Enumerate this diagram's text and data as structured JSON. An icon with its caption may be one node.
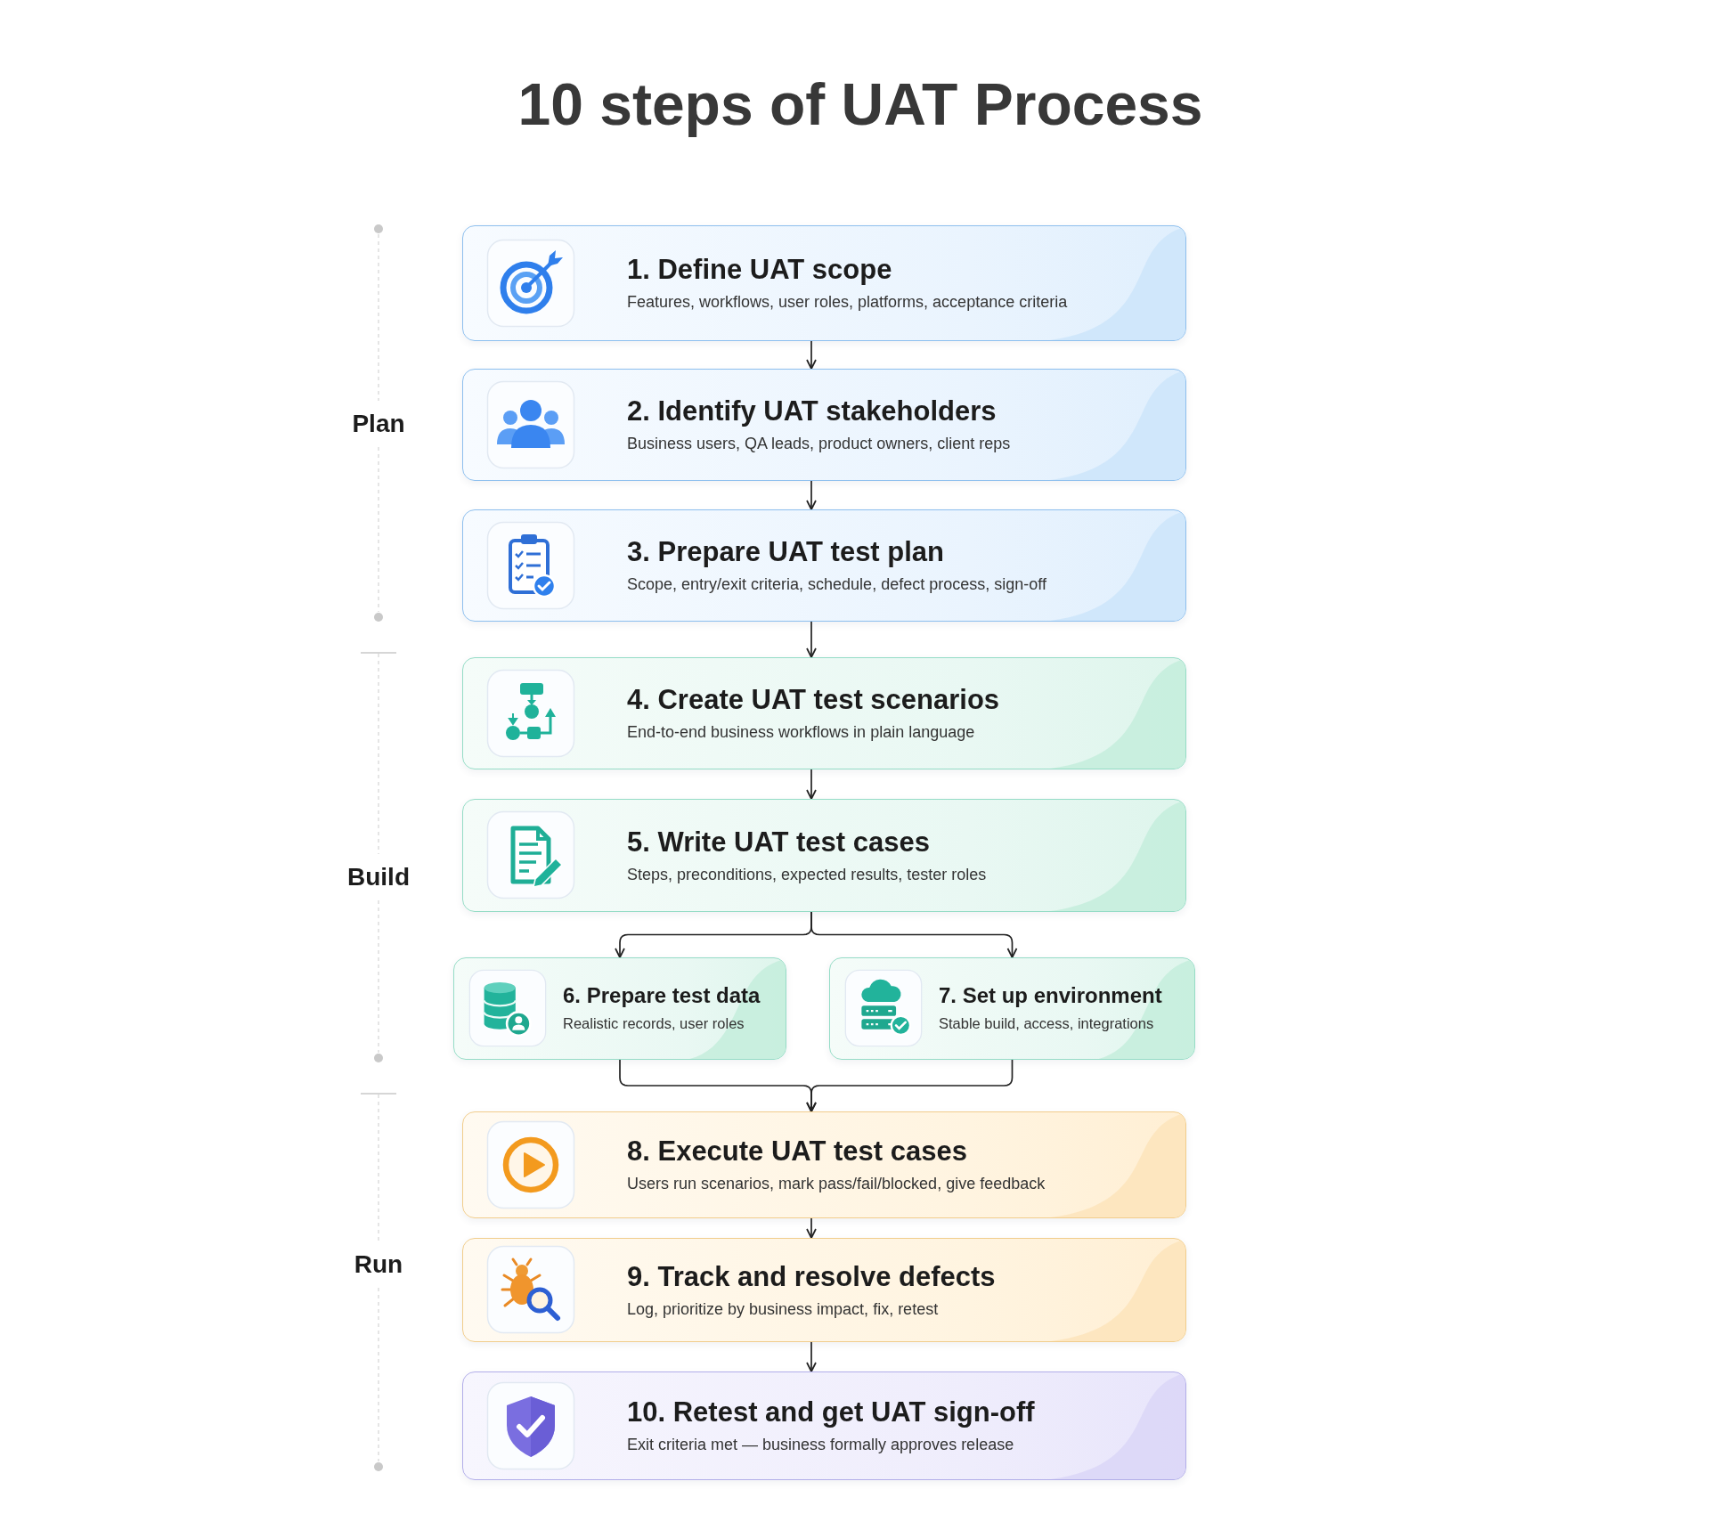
{
  "diagram": {
    "title": "10 steps of UAT Process",
    "nodes": [
      {
        "text": [
          "1. Define UAT scope",
          "Features, workflows, user roles, platforms, acceptance criteria"
        ]
      },
      {
        "text": [
          "2. Identify UAT stakeholders",
          "Business users, QA leads, product owners, client reps"
        ]
      },
      {
        "text": [
          "3. Prepare UAT test plan",
          "Scope, entry/exit criteria, schedule, defect process, sign-off"
        ]
      },
      {
        "text": [
          "4. Create UAT test scenarios",
          "End-to-end business workflows in plain language"
        ]
      },
      {
        "text": [
          "5. Write UAT test cases",
          "Steps, preconditions, expected results, tester roles"
        ]
      },
      {
        "text": [
          "6. Prepare test data",
          "Realistic records, user roles"
        ]
      },
      {
        "text": [
          "7. Set up environment",
          "Stable build, access, integrations"
        ]
      },
      {
        "text": [
          "8. Execute UAT test cases",
          "Users run scenarios, mark pass/fail/blocked, give feedback"
        ]
      },
      {
        "text": [
          "9. Track and resolve defects",
          "Log, prioritize by business impact, fix, retest"
        ]
      },
      {
        "text": [
          "10. Retest and get UAT sign-off",
          "Exit criteria met — business formally approves release"
        ]
      }
    ],
    "edges": [
      {
        "from": 0,
        "to": 1,
        "arrow": "to"
      },
      {
        "from": 1,
        "to": 2,
        "arrow": "to"
      },
      {
        "from": 2,
        "to": 3,
        "arrow": "to"
      },
      {
        "from": 3,
        "to": 4,
        "arrow": "to"
      },
      {
        "from": 4,
        "to": 5,
        "arrow": "to"
      },
      {
        "from": 4,
        "to": 6,
        "arrow": "to"
      },
      {
        "from": 5,
        "to": 7,
        "arrow": "to"
      },
      {
        "from": 6,
        "to": 7,
        "arrow": "to"
      },
      {
        "from": 7,
        "to": 8,
        "arrow": "to"
      },
      {
        "from": 8,
        "to": 9,
        "arrow": "to"
      }
    ],
    "labels": [
      "Plan",
      "Build",
      "Run"
    ]
  }
}
